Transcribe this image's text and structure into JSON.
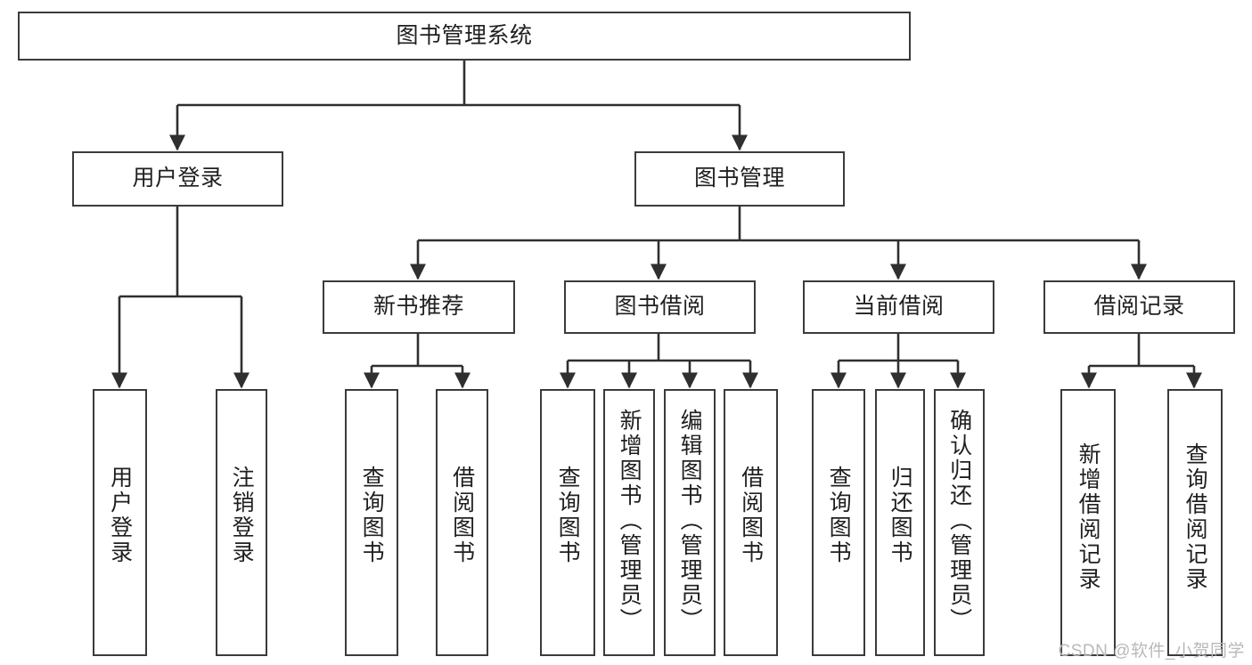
{
  "diagram": {
    "title": "图书管理系统",
    "type": "hierarchy-tree",
    "root": {
      "label": "图书管理系统"
    },
    "level2": [
      {
        "label": "用户登录"
      },
      {
        "label": "图书管理"
      }
    ],
    "level3": [
      {
        "label": "新书推荐"
      },
      {
        "label": "图书借阅"
      },
      {
        "label": "当前借阅"
      },
      {
        "label": "借阅记录"
      }
    ],
    "leaves": {
      "user_login": [
        {
          "label": "用户登录"
        },
        {
          "label": "注销登录"
        }
      ],
      "new_book_recommend": [
        {
          "label": "查询图书"
        },
        {
          "label": "借阅图书"
        }
      ],
      "book_borrow": [
        {
          "label": "查询图书"
        },
        {
          "label": "新增图书（管理员）"
        },
        {
          "label": "编辑图书（管理员）"
        },
        {
          "label": "借阅图书"
        }
      ],
      "current_borrow": [
        {
          "label": "查询图书"
        },
        {
          "label": "归还图书"
        },
        {
          "label": "确认归还（管理员）"
        }
      ],
      "borrow_record": [
        {
          "label": "新增借阅记录"
        },
        {
          "label": "查询借阅记录"
        }
      ]
    }
  },
  "watermark": {
    "text": "CSDN @软件_小贺同学"
  },
  "colors": {
    "box_border": "#3b3b3b",
    "box_fill": "#ffffff",
    "edge": "#2f2f2f",
    "text": "#1f1f1f",
    "watermark": "#b9b9b9"
  }
}
